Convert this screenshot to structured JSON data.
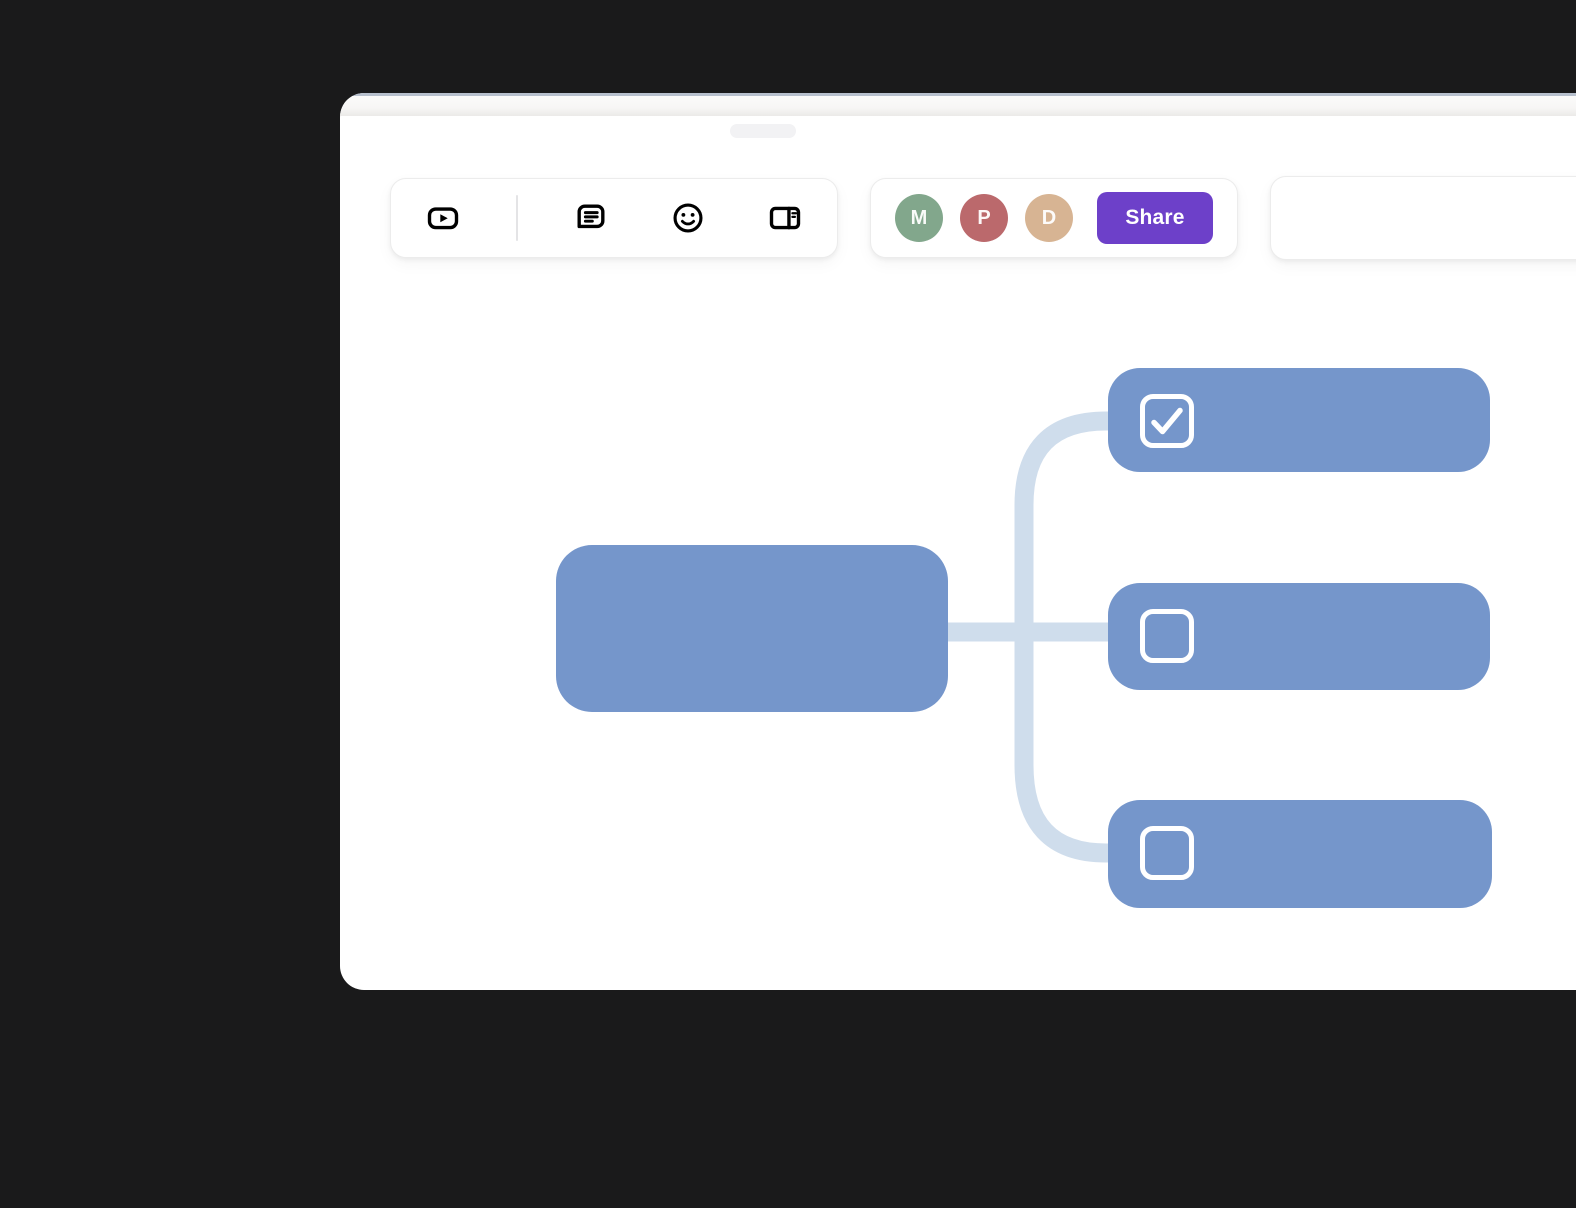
{
  "canvas": {
    "background": "#1a1a1b"
  },
  "window": {
    "surface": "#ffffff",
    "top_edge_color": "#b7c0cd"
  },
  "toolbar": {
    "icon_color": "#1b1b1d",
    "tools": [
      {
        "name": "video",
        "icon": "video-icon"
      },
      {
        "name": "transcript",
        "icon": "transcript-icon"
      },
      {
        "name": "reactions",
        "icon": "smiley-icon"
      },
      {
        "name": "layout",
        "icon": "layout-panel-icon"
      }
    ]
  },
  "collaborators": {
    "avatars": [
      {
        "initial": "M",
        "color": "#82a78c"
      },
      {
        "initial": "P",
        "color": "#bb696c"
      },
      {
        "initial": "D",
        "color": "#d7b493"
      }
    ],
    "share_button": {
      "label": "Share",
      "background": "#6d40c9",
      "text_color": "#ffffff"
    }
  },
  "mindmap": {
    "node_color": "#7596cb",
    "connector_color": "#cfddec",
    "checkbox_color": "#ffffff",
    "root": {
      "label": ""
    },
    "children": [
      {
        "label": "",
        "checked": true
      },
      {
        "label": "",
        "checked": false
      },
      {
        "label": "",
        "checked": false
      }
    ]
  }
}
